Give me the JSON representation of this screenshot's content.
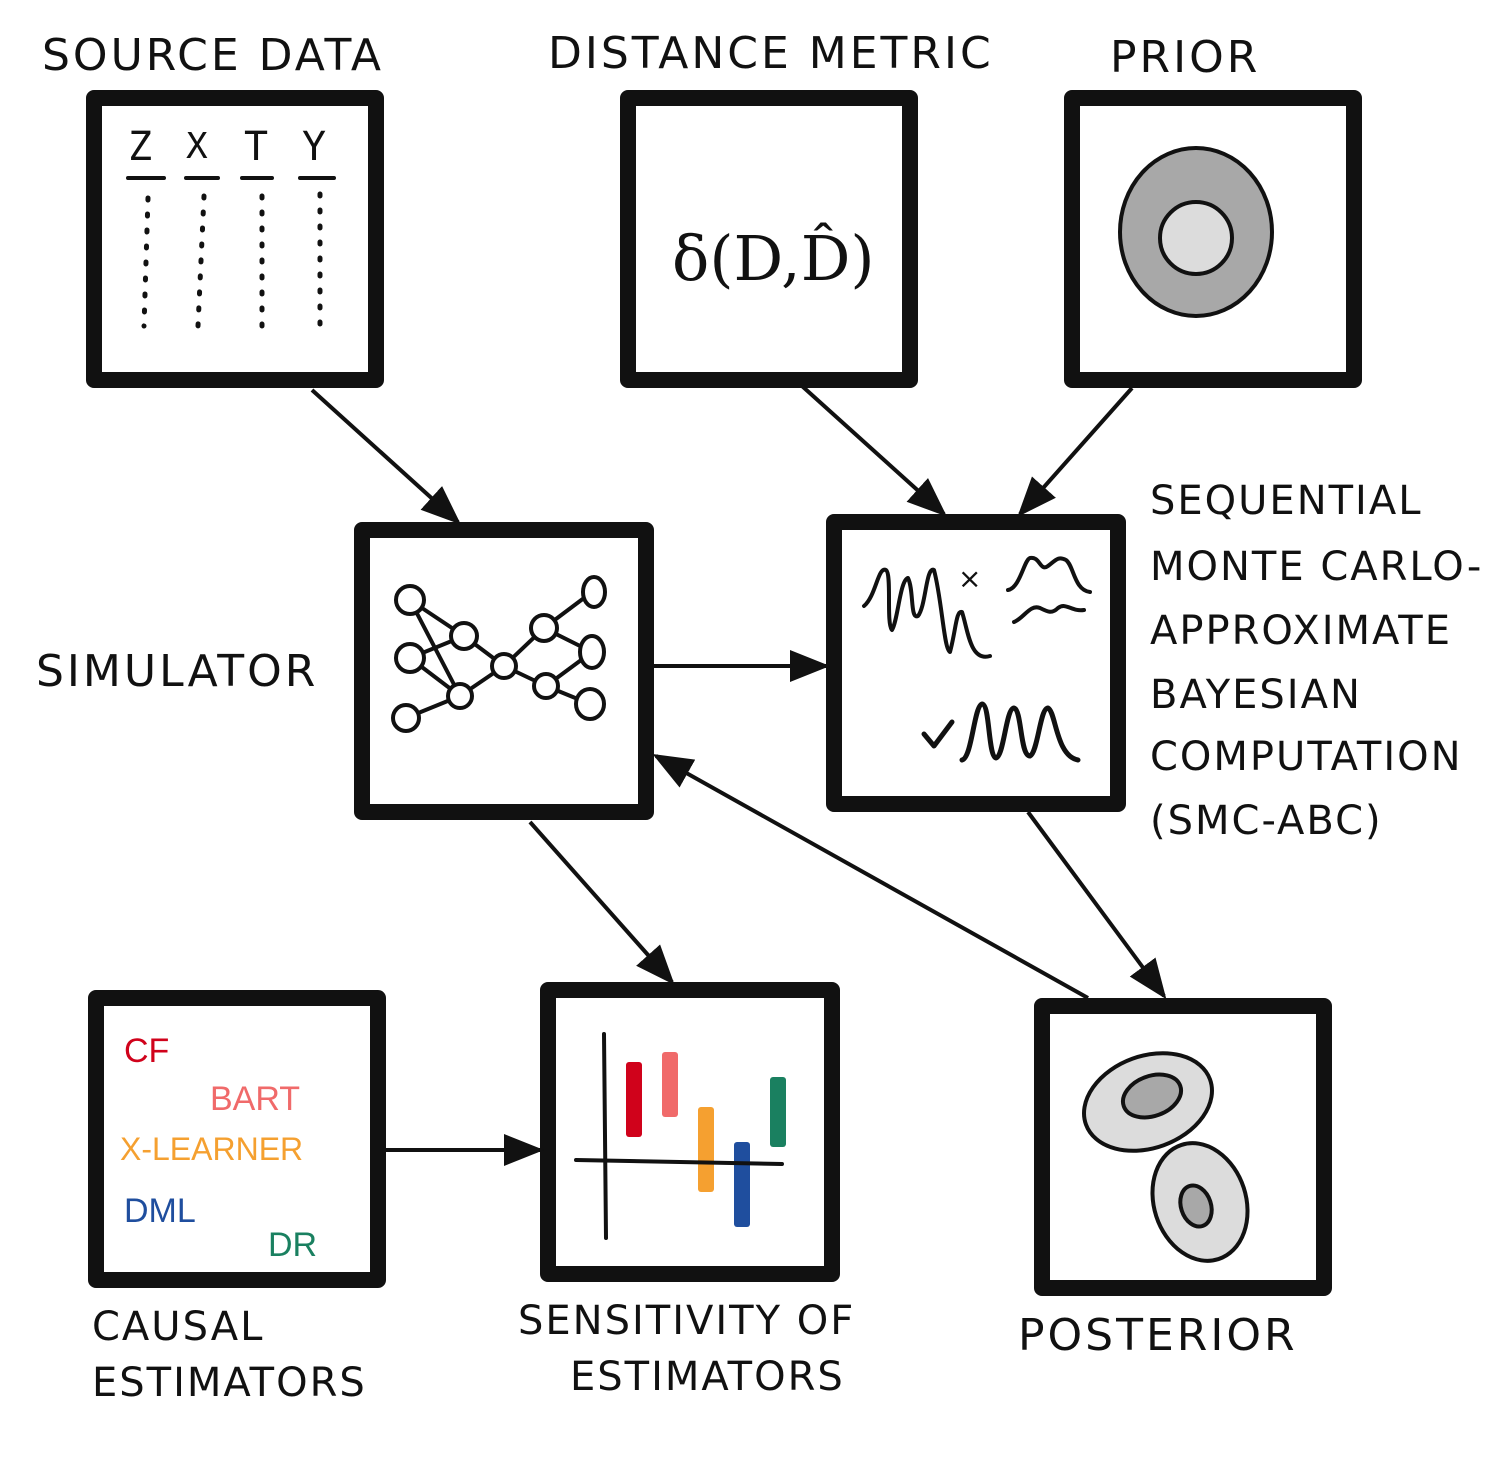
{
  "labels": {
    "source_data": "SOURCE DATA",
    "distance_metric": "DISTANCE METRIC",
    "prior": "PRIOR",
    "simulator": "SIMULATOR",
    "smc_abc": [
      "SEQUENTIAL",
      "MONTE CARLO-",
      "APPROXIMATE",
      "BAYESIAN",
      "COMPUTATION",
      "(SMC-ABC)"
    ],
    "causal_estimators": [
      "CAUSAL",
      "ESTIMATORS"
    ],
    "sensitivity": [
      "SENSITIVITY OF",
      "ESTIMATORS"
    ],
    "posterior": "POSTERIOR"
  },
  "source_columns": [
    "Z",
    "X",
    "T",
    "Y"
  ],
  "distance_formula": "δ(D,D̂)",
  "estimators": [
    {
      "name": "CF",
      "color": "#d0021b"
    },
    {
      "name": "BART",
      "color": "#f06a6a"
    },
    {
      "name": "X-LEARNER",
      "color": "#f5a030"
    },
    {
      "name": "DML",
      "color": "#1f4e9e"
    },
    {
      "name": "DR",
      "color": "#1a8060"
    }
  ],
  "sensitivity_bars": [
    {
      "estimator": "CF",
      "color": "#d0021b",
      "low": 0.25,
      "high": 1.0
    },
    {
      "estimator": "BART",
      "color": "#f06a6a",
      "low": 0.45,
      "high": 1.1
    },
    {
      "estimator": "X-LEARNER",
      "color": "#f5a030",
      "low": -0.3,
      "high": 0.55
    },
    {
      "estimator": "DML",
      "color": "#1f4e9e",
      "low": -0.65,
      "high": 0.2
    },
    {
      "estimator": "DR",
      "color": "#1a8060",
      "low": 0.15,
      "high": 0.85
    }
  ],
  "colors": {
    "ink": "#111111",
    "accept": "#1a8060",
    "reject": "#d0021b",
    "candidate": "#1f4e9e",
    "gray_dark": "#a8a8a8",
    "gray_light": "#dcdcdc"
  }
}
